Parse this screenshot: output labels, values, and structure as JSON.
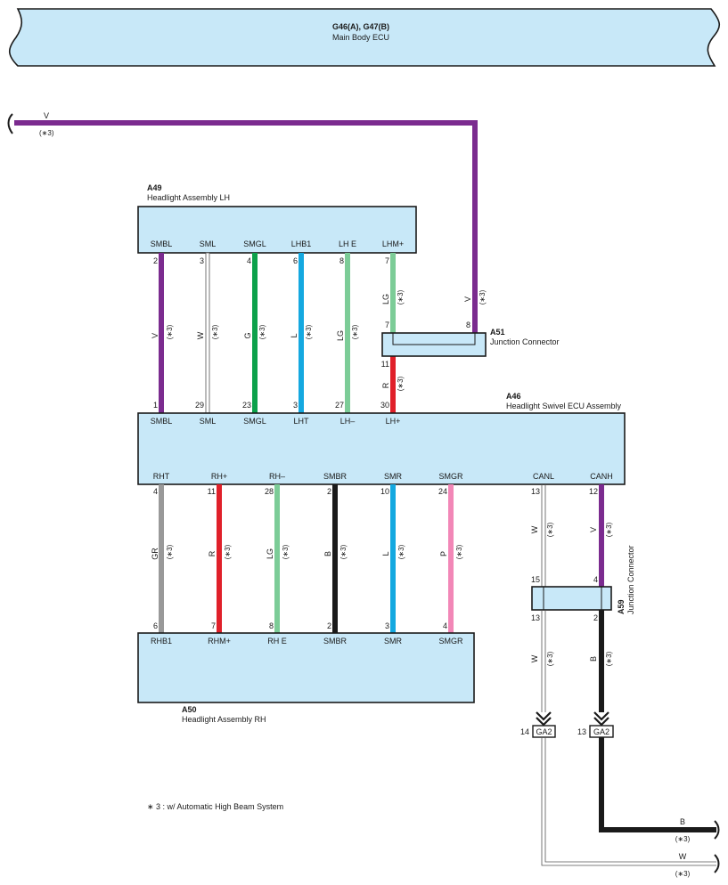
{
  "colors": {
    "box_fill": "#c8e8f8",
    "violet": "#7b2b8f",
    "white_wire": "#ffffff",
    "green": "#0ca14a",
    "blue": "#14a8e0",
    "light_green": "#7ccc97",
    "red": "#e0202a",
    "gray": "#999999",
    "black": "#1a1a1a",
    "pink": "#f287b7"
  },
  "main_ecu": {
    "code": "G46(A), G47(B)",
    "name": "Main Body ECU"
  },
  "top_wire": {
    "color": "V",
    "note": "(∗3)"
  },
  "a49": {
    "code": "A49",
    "name": "Headlight Assembly LH",
    "terminals": [
      "SMBL",
      "SML",
      "SMGL",
      "LHB1",
      "LH E",
      "LHM+"
    ],
    "pins": [
      "2",
      "3",
      "4",
      "6",
      "8",
      "7"
    ]
  },
  "lh_wires": [
    {
      "color": "V",
      "note": "(∗3)"
    },
    {
      "color": "W",
      "note": "(∗3)"
    },
    {
      "color": "G",
      "note": "(∗3)"
    },
    {
      "color": "L",
      "note": "(∗3)"
    },
    {
      "color": "LG",
      "note": "(∗3)"
    },
    {
      "color": "LG",
      "note": "(∗3)"
    }
  ],
  "a51": {
    "code": "A51",
    "name": "Junction Connector",
    "pin_left_top": "7",
    "pin_right_top": "8",
    "pin_bottom": "11",
    "wire_v": {
      "color": "V",
      "note": "(∗3)"
    },
    "wire_r": {
      "color": "R",
      "note": "(∗3)"
    }
  },
  "a46": {
    "code": "A46",
    "name": "Headlight Swivel ECU Assembly",
    "top_terminals": [
      "SMBL",
      "SML",
      "SMGL",
      "LHT",
      "LH–",
      "LH+"
    ],
    "top_pins": [
      "1",
      "29",
      "23",
      "3",
      "27",
      "30"
    ],
    "bottom_terminals": [
      "RHT",
      "RH+",
      "RH–",
      "SMBR",
      "SMR",
      "SMGR",
      "CANL",
      "CANH"
    ],
    "bottom_pins": [
      "4",
      "11",
      "28",
      "2",
      "10",
      "24",
      "13",
      "12"
    ]
  },
  "rh_wires": [
    {
      "color": "GR",
      "note": "(∗3)"
    },
    {
      "color": "R",
      "note": "(∗3)"
    },
    {
      "color": "LG",
      "note": "(∗3)"
    },
    {
      "color": "B",
      "note": "(∗3)"
    },
    {
      "color": "L",
      "note": "(∗3)"
    },
    {
      "color": "P",
      "note": "(∗3)"
    }
  ],
  "a50": {
    "code": "A50",
    "name": "Headlight Assembly RH",
    "terminals": [
      "RHB1",
      "RHM+",
      "RH E",
      "SMBR",
      "SMR",
      "SMGR"
    ],
    "pins": [
      "6",
      "7",
      "8",
      "2",
      "3",
      "4"
    ]
  },
  "a59": {
    "code": "A59",
    "name": "Junction Connector",
    "pins_top": [
      "15",
      "4"
    ],
    "pins_bottom": [
      "13",
      "2"
    ]
  },
  "can_wires_upper": [
    {
      "color": "W",
      "note": "(∗3)"
    },
    {
      "color": "V",
      "note": "(∗3)"
    }
  ],
  "can_wires_lower": [
    {
      "color": "W",
      "note": "(∗3)"
    },
    {
      "color": "B",
      "note": "(∗3)"
    }
  ],
  "ga2": {
    "label": "GA2",
    "left_pin": "14",
    "right_pin": "13"
  },
  "bottom_wires": [
    {
      "color": "B",
      "note": "(∗3)"
    },
    {
      "color": "W",
      "note": "(∗3)"
    }
  ],
  "footnote": "∗ 3 : w/ Automatic High Beam System"
}
